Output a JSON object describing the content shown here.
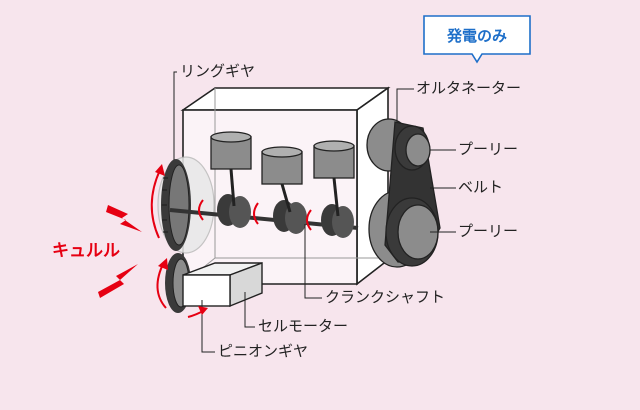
{
  "callout": {
    "text": "発電のみ"
  },
  "labels": {
    "ring_gear": "リングギヤ",
    "alternator": "オルタネーター",
    "pulley_top": "プーリー",
    "belt": "ベルト",
    "pulley_bottom": "プーリー",
    "crankshaft": "クランクシャフト",
    "starter_motor": "セルモーター",
    "pinion_gear": "ピニオンギヤ"
  },
  "sound_effect": "キュルル",
  "colors": {
    "background": "#f7e5ed",
    "callout_border": "#1e6fc9",
    "sound_red": "#e60012",
    "gear_dark": "#3a3a3a",
    "part_gray": "#8c8c8c"
  }
}
